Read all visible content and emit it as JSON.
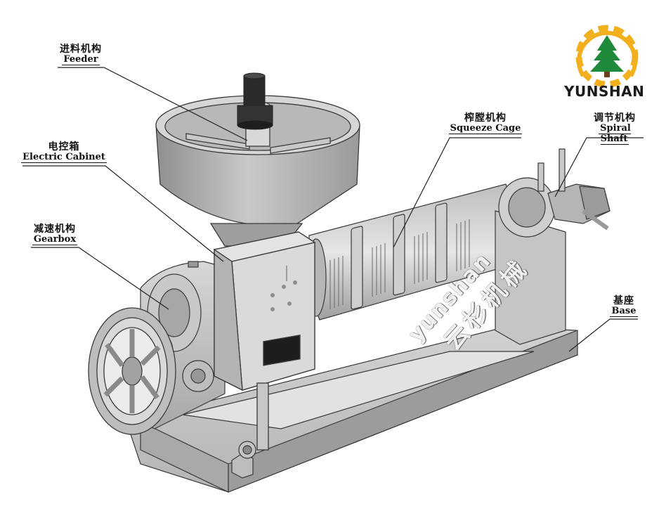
{
  "labels": {
    "feeder": {
      "zh": "进料机构",
      "en": "Feeder"
    },
    "electric_cabinet": {
      "zh": "电控箱",
      "en": "Electric Cabinet"
    },
    "gearbox": {
      "zh": "减速机构",
      "en": "Gearbox"
    },
    "squeeze_cage": {
      "zh": "榨膛机构",
      "en": "Squeeze Cage"
    },
    "spiral_shaft": {
      "zh": "调节机构",
      "en": "Spiral Shaft"
    },
    "base": {
      "zh": "基座",
      "en": "Base"
    }
  },
  "logo": {
    "brand": "YUNSHAN",
    "gear_color": "#f2b01e",
    "tree_color": "#1f8a3a"
  },
  "watermark": {
    "latin": "yunshan",
    "chinese": "云杉机械"
  },
  "colors": {
    "machine_light": "#c9c9c9",
    "machine_mid": "#a9a9a9",
    "machine_dark": "#7d7d7d",
    "outline": "#3a3a3a"
  }
}
